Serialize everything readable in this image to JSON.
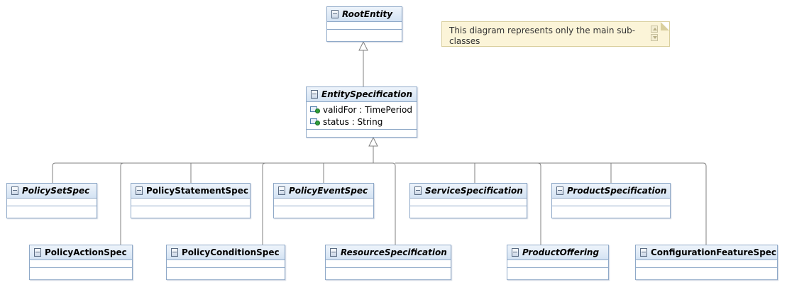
{
  "note": {
    "text": "This diagram represents only the main sub-classes"
  },
  "classes": {
    "root_entity": {
      "name": "RootEntity"
    },
    "entity_specification": {
      "name": "EntitySpecification",
      "attributes": [
        "validFor : TimePeriod",
        "status : String"
      ]
    },
    "policy_set_spec": {
      "name": "PolicySetSpec"
    },
    "policy_statement_spec": {
      "name": "PolicyStatementSpec"
    },
    "policy_event_spec": {
      "name": "PolicyEventSpec"
    },
    "service_specification": {
      "name": "ServiceSpecification"
    },
    "product_specification": {
      "name": "ProductSpecification"
    },
    "policy_action_spec": {
      "name": "PolicyActionSpec"
    },
    "policy_condition_spec": {
      "name": "PolicyConditionSpec"
    },
    "resource_specification": {
      "name": "ResourceSpecification"
    },
    "product_offering": {
      "name": "ProductOffering"
    },
    "configuration_feature_spec": {
      "name": "ConfigurationFeatureSpec"
    }
  },
  "colors": {
    "class_border": "#8fa9c8",
    "class_header": "#d4e3f3",
    "connector": "#808080",
    "note_background": "#fbf4d8"
  }
}
